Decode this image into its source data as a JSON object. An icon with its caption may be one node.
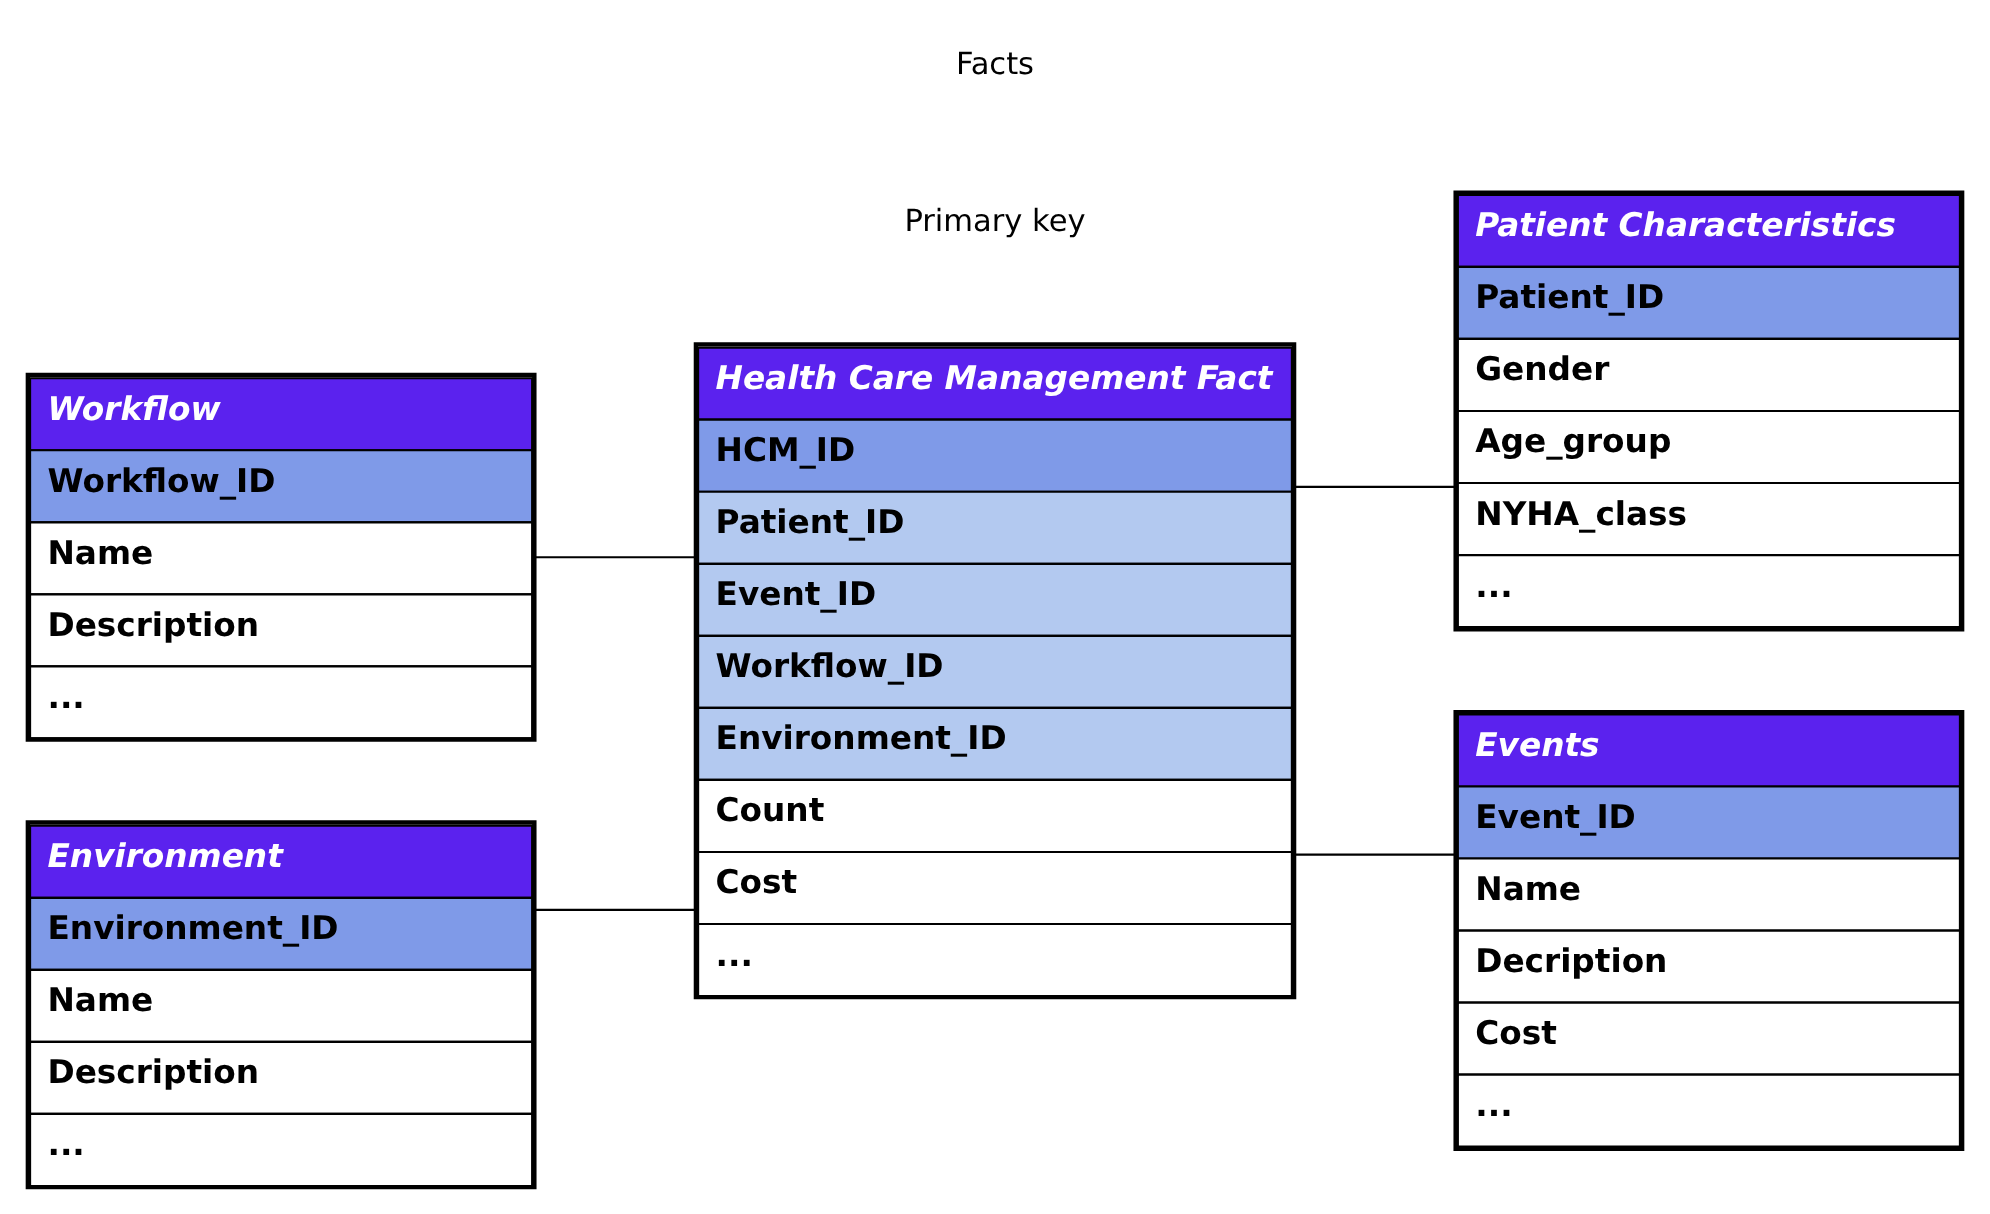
{
  "diagram": {
    "nodes": [
      {
        "text": [
          "Workflow",
          "Workflow_ID",
          "Name",
          "Description",
          "..."
        ]
      },
      {
        "text": [
          "Health Care Management Fact",
          "HCM_ID",
          "Patient_ID",
          "Event_ID",
          "Workflow_ID",
          "Environment_ID",
          "Count",
          "Cost",
          "..."
        ]
      },
      {
        "text": [
          "Patient Characteristics",
          "Patient_ID",
          "Gender",
          "Age_group",
          "NYHA_class",
          "..."
        ]
      },
      {
        "text": [
          "Environment",
          "Environment_ID",
          "Name",
          "Description",
          "..."
        ]
      },
      {
        "text": [
          "Events",
          "Event_ID",
          "Name",
          "Decription",
          "Cost",
          "..."
        ]
      }
    ],
    "edges": [
      {
        "from": 0,
        "to": 1,
        "arrow": "none"
      },
      {
        "from": 1,
        "to": 2,
        "arrow": "none"
      },
      {
        "from": 1,
        "to": 4,
        "arrow": "none"
      },
      {
        "from": 3,
        "to": 1,
        "arrow": "none"
      }
    ],
    "labels": [
      "Primary key",
      "Facts"
    ]
  }
}
